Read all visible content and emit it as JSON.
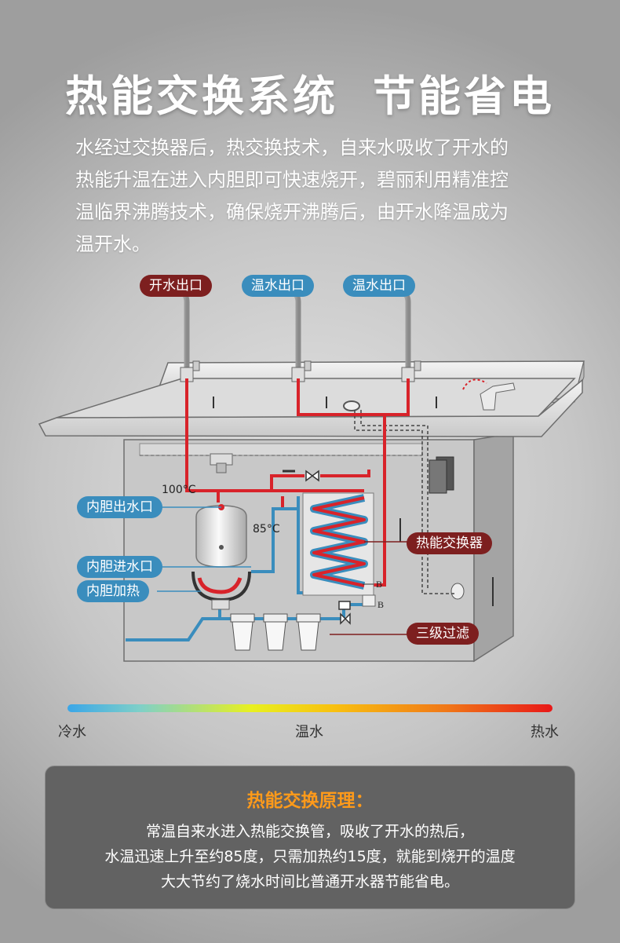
{
  "title": {
    "part1": "热能交换系统",
    "part2": "节能省电"
  },
  "intro": {
    "lines": [
      "水经过交换器后，热交换技术，自来水吸收了开水的",
      "热能升温在进入内胆即可快速烧开，碧丽利用精准控",
      "温临界沸腾技术，确保烧开沸腾后，由开水降温成为",
      "温开水。"
    ]
  },
  "diagram": {
    "outlet_boiling": "开水出口",
    "outlet_warm_1": "温水出口",
    "outlet_warm_2": "温水出口",
    "label_inner_out": "内胆出水口",
    "label_inner_in": "内胆进水口",
    "label_heating": "内胆加热",
    "label_exchanger": "热能交换器",
    "label_filter": "三级过滤",
    "temp_boil": "100°C",
    "temp_warm": "85°C",
    "marker_b1": "B",
    "marker_b2": "B",
    "colors": {
      "hot": "#d8232a",
      "cold": "#3a8dbd",
      "tag_red": "#7d1f1f",
      "tag_blue": "#3a8dbd"
    }
  },
  "gradient_bar": {
    "left": "冷水",
    "middle": "温水",
    "right": "热水"
  },
  "principle": {
    "title": "热能交换原理：",
    "lines": [
      "常温自来水进入热能交换管，吸收了开水的热后，",
      "水温迅速上升至约85度，只需加热约15度，就能到烧开的温度",
      "大大节约了烧水时间比普通开水器节能省电。"
    ]
  }
}
